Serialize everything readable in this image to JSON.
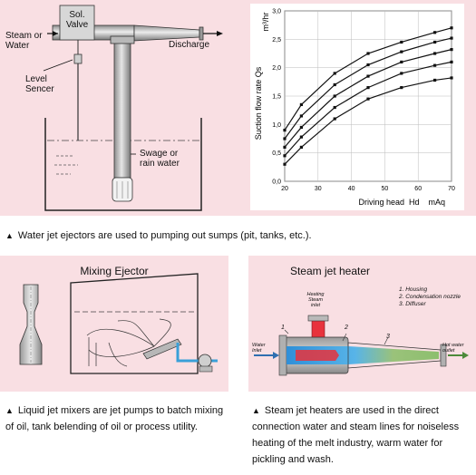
{
  "top_panel": {
    "labels": {
      "steam_or_water": "Steam or\nWater",
      "sol_valve": "Sol.\nValve",
      "discharge": "Discharge",
      "level_sencer": "Level\nSencer",
      "swage_or_rain_water": "Swage or\nrain water"
    }
  },
  "chart_data": {
    "type": "line",
    "xlabel": "Driving head  Hd    mAq",
    "ylabel": "Suction flow rate  Qs",
    "yunit": "m³/hr",
    "xlim": [
      20,
      70
    ],
    "ylim": [
      0,
      3.0
    ],
    "xticks": [
      20,
      30,
      40,
      50,
      60,
      70
    ],
    "yticks": [
      "0,0",
      "0,5",
      "1,0",
      "1,5",
      "2,0",
      "2,5",
      "3,0"
    ],
    "grid": true,
    "series": [
      {
        "x": [
          20,
          25,
          35,
          45,
          55,
          65,
          70
        ],
        "values": [
          0.9,
          1.35,
          1.9,
          2.25,
          2.45,
          2.62,
          2.7
        ]
      },
      {
        "x": [
          20,
          25,
          35,
          45,
          55,
          65,
          70
        ],
        "values": [
          0.75,
          1.15,
          1.7,
          2.05,
          2.28,
          2.45,
          2.52
        ]
      },
      {
        "x": [
          20,
          25,
          35,
          45,
          55,
          65,
          70
        ],
        "values": [
          0.6,
          0.95,
          1.5,
          1.85,
          2.1,
          2.25,
          2.32
        ]
      },
      {
        "x": [
          20,
          25,
          35,
          45,
          55,
          65,
          70
        ],
        "values": [
          0.45,
          0.78,
          1.3,
          1.65,
          1.9,
          2.04,
          2.1
        ]
      },
      {
        "x": [
          20,
          25,
          35,
          45,
          55,
          65,
          70
        ],
        "values": [
          0.3,
          0.6,
          1.1,
          1.45,
          1.65,
          1.78,
          1.82
        ]
      }
    ]
  },
  "caption_top": "Water jet ejectors are used to pumping out sumps (pit, tanks, etc.).",
  "mixing_panel": {
    "title": "Mixing Ejector",
    "caption": "Liquid jet mixers are jet pumps to batch mixing of oil, tank belending of oil or process utility."
  },
  "steam_panel": {
    "title": "Steam jet heater",
    "legend": [
      "1. Housing",
      "2. Condensation nozzle",
      "3. Diffuser"
    ],
    "labels": {
      "heating_steam_inlet": "Heating\nSteam inlet",
      "water_inlet": "Water\nInlet",
      "hot_water_outlet": "Hot water\noutlet",
      "n1": "1",
      "n2": "2",
      "n3": "3"
    },
    "caption": "Steam jet heaters are used in the direct connection water and steam lines for noiseless heating of the melt industry, warm water for pickling and wash."
  },
  "triangle_glyph": "▲",
  "colors": {
    "panel_bg": "#f9dfe3",
    "steam_red": "#e8323c",
    "water_blue": "#2f8fd8",
    "diffuser_green": "#9ac27a"
  }
}
